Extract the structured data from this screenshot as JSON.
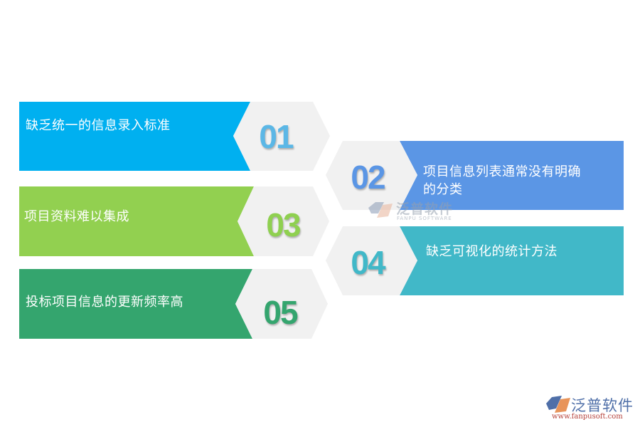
{
  "items": [
    {
      "number": "01",
      "text": "缺乏统一的信息录入标准",
      "color": "#00b0f0",
      "number_color": "#5bb7e6",
      "side": "left"
    },
    {
      "number": "02",
      "text_line1": "项目信息列表通常没有明确",
      "text_line2": "的分类",
      "color": "#5b96e5",
      "number_color": "#5b96e5",
      "side": "right"
    },
    {
      "number": "03",
      "text": "项目资料难以集成",
      "color": "#92d050",
      "number_color": "#8fd050",
      "side": "left"
    },
    {
      "number": "04",
      "text": "缺乏可视化的统计方法",
      "color": "#41b8c8",
      "number_color": "#41b8c8",
      "side": "right"
    },
    {
      "number": "05",
      "text": "投标项目信息的更新频率高",
      "color": "#34a56e",
      "number_color": "#34a56e",
      "side": "left"
    }
  ],
  "watermark_center": {
    "cn": "泛普软件",
    "en": "FANPU SOFTWARE"
  },
  "logo_bottom": {
    "cn": "泛普软件",
    "url": "www.fanpusoft.com"
  },
  "colors": {
    "hex_gray": "#f1f1f1",
    "logo_blue": "#4f6fa8",
    "logo_orange": "#e8945a",
    "url_red": "#b5413a"
  }
}
